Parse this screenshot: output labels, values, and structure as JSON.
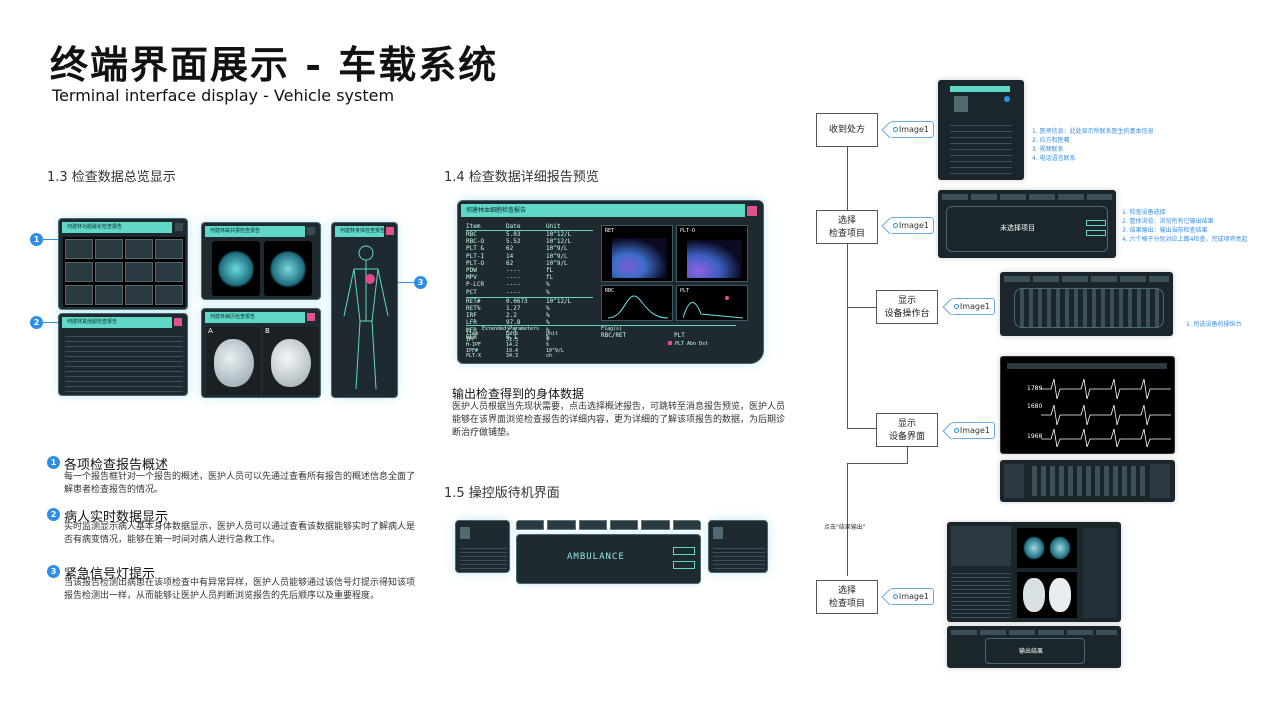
{
  "header": {
    "title_cn": "终端界面展示 - 车载系统",
    "title_en": "Terminal interface display - Vehicle system"
  },
  "sec13": {
    "title": "1.3 检查数据总览显示",
    "report1_head": "何建林功能磁化检查报告",
    "report2_head": "何建林磁共振检查报告",
    "report3_head": "何建林身体检查报告",
    "report4_head": "何建林病历检查报告",
    "report5_head": "何建林其他超检查报告",
    "label_a": "A",
    "label_b": "B"
  },
  "sec13_items": [
    {
      "num": "1",
      "title": "各项检查报告概述",
      "desc": "每一个报告框针对一个报告的概述，医护人员可以先通过查看所有报告的概述信息全面了解患者检查报告的情况。"
    },
    {
      "num": "2",
      "title": "病人实时数据显示",
      "desc": "实时监测显示病人基本身体数据显示，医护人员可以通过查看该数据能够实时了解病人是否有病变情况，能够在第一时间对病人进行急救工作。"
    },
    {
      "num": "3",
      "title": "紧急信号灯提示",
      "desc": "当该报告检测出病患在该项检查中有异常异样，医护人员能够通过该信号灯提示得知该项报告检测出一样，从而能够让医护人员判断浏览报告的先后顺序以及重要程度。"
    }
  ],
  "sec14": {
    "title": "1.4 检查数据详细报告预览",
    "panel_head": "何建林血细胞检查报告",
    "table_headers": [
      "Item",
      "Date",
      "Unit"
    ],
    "rows": [
      [
        "RBC",
        "5.03",
        "10^12/L"
      ],
      [
        "RBC-O",
        "5.52",
        "10^12/L"
      ],
      [
        "PLT &",
        "62",
        "10^9/L"
      ],
      [
        "PLT-I",
        "14",
        "10^9/L"
      ],
      [
        "PLT-O",
        "62",
        "10^9/L"
      ],
      [
        "PDW",
        "----",
        "fL"
      ],
      [
        "MPV",
        "----",
        "fL"
      ],
      [
        "P-LCR",
        "----",
        "%"
      ],
      [
        "PCT",
        "----",
        "%"
      ]
    ],
    "rows2": [
      [
        "RET#",
        "0.0673",
        "10^12/L"
      ],
      [
        "RET%",
        "1.27",
        "%"
      ],
      [
        "IRF",
        "2.2",
        "%"
      ],
      [
        "LFR",
        "97.8",
        "%"
      ],
      [
        "MFR",
        "2.1",
        "%"
      ],
      [
        "HFR",
        "0.1",
        "%"
      ]
    ],
    "ext_label": "Extended Parameters",
    "flag_label": "Flag(s)",
    "ext_headers": [
      "Item",
      "Date",
      "Unit"
    ],
    "ext_rows": [
      [
        "IPF",
        "31.3",
        "%"
      ],
      [
        "H-IPF",
        "14.2",
        "%"
      ],
      [
        "IPF#",
        "19.4",
        "10^9/L"
      ],
      [
        "PLT-X",
        "34.3",
        "ch"
      ]
    ],
    "flag_rbc": "RBC/RET",
    "flag_plt": "PLT",
    "flag_plt_abn": "PLT Abn Dst",
    "chart_labels": [
      "RET",
      "PLT-O",
      "RBC",
      "PLT"
    ],
    "sub_title": "输出检查得到的身体数据",
    "sub_desc": "医护人员根据当先现状需要，点击选择概述报告，可跳转至消息报告预览，医护人员能够在该界面浏览检查报告的详细内容，更为详细的了解该项报告的数据，为后期诊断治疗做铺垫。"
  },
  "sec15": {
    "title": "1.5 操控版待机界面",
    "center_text": "AMBULANCE"
  },
  "flow": {
    "boxes": [
      {
        "l1": "收到处方",
        "l2": ""
      },
      {
        "l1": "选择",
        "l2": "检查项目"
      },
      {
        "l1": "显示",
        "l2": "设备操作台"
      },
      {
        "l1": "显示",
        "l2": "设备界面"
      },
      {
        "l1": "选择",
        "l2": "检查项目"
      }
    ],
    "tag": "Image1",
    "click_label": "点击\"结果输出\"",
    "note1": [
      "1. 医师信息：此处显示所联系医生的基本信息",
      "2. 拉方和医嘱",
      "3. 视频联系",
      "4. 电话语言联系"
    ],
    "note2": [
      "1. 检查设备选择",
      "2. 整体浏览：浏览所有已输出结果",
      "3. 结果输出：输出当前检查结果",
      "4. 六个格子分别对应上面4检查，完成项将亮起"
    ],
    "note3": [
      "1. 所选设备的操纵台"
    ],
    "screen2_text": "未选择项目",
    "screen4_vals": [
      "1789",
      "1680",
      "1968"
    ],
    "screen6_text": "输出结果"
  }
}
